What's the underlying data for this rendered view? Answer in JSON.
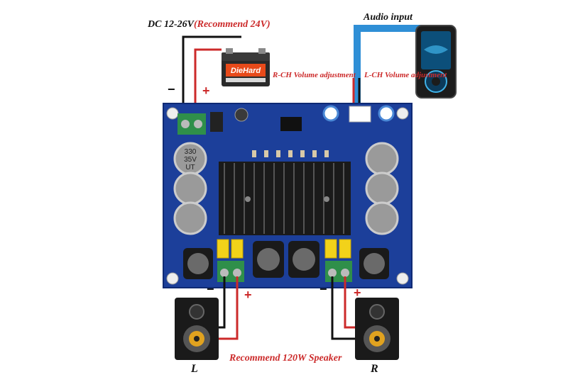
{
  "labels": {
    "power_prefix": "DC 12-26V",
    "power_recommend": "(Recommend 24V)",
    "audio_input": "Audio input",
    "rch_volume": "R-CH Volume adjustment",
    "lch_volume": "L-CH Volume adjustment",
    "speaker_recommend": "Recommend 120W Speaker",
    "left": "L",
    "right": "R",
    "minus": "−",
    "plus": "+"
  },
  "battery": {
    "brand": "DieHard"
  },
  "capacitors": {
    "line1": "330",
    "line2": "35V",
    "line3": "UT"
  },
  "colors": {
    "board": "#1c3f9a",
    "board_edge": "#0f2a74",
    "heatsink": "#1a1a1a",
    "terminal_green": "#2f8f4a",
    "cap_yellow": "#f2d21a",
    "audio_cable": "#2f8fd6",
    "wire_red": "#cc2a2a",
    "wire_black": "#111111",
    "label_red": "#cc2a2a",
    "label_dark": "#111111"
  }
}
